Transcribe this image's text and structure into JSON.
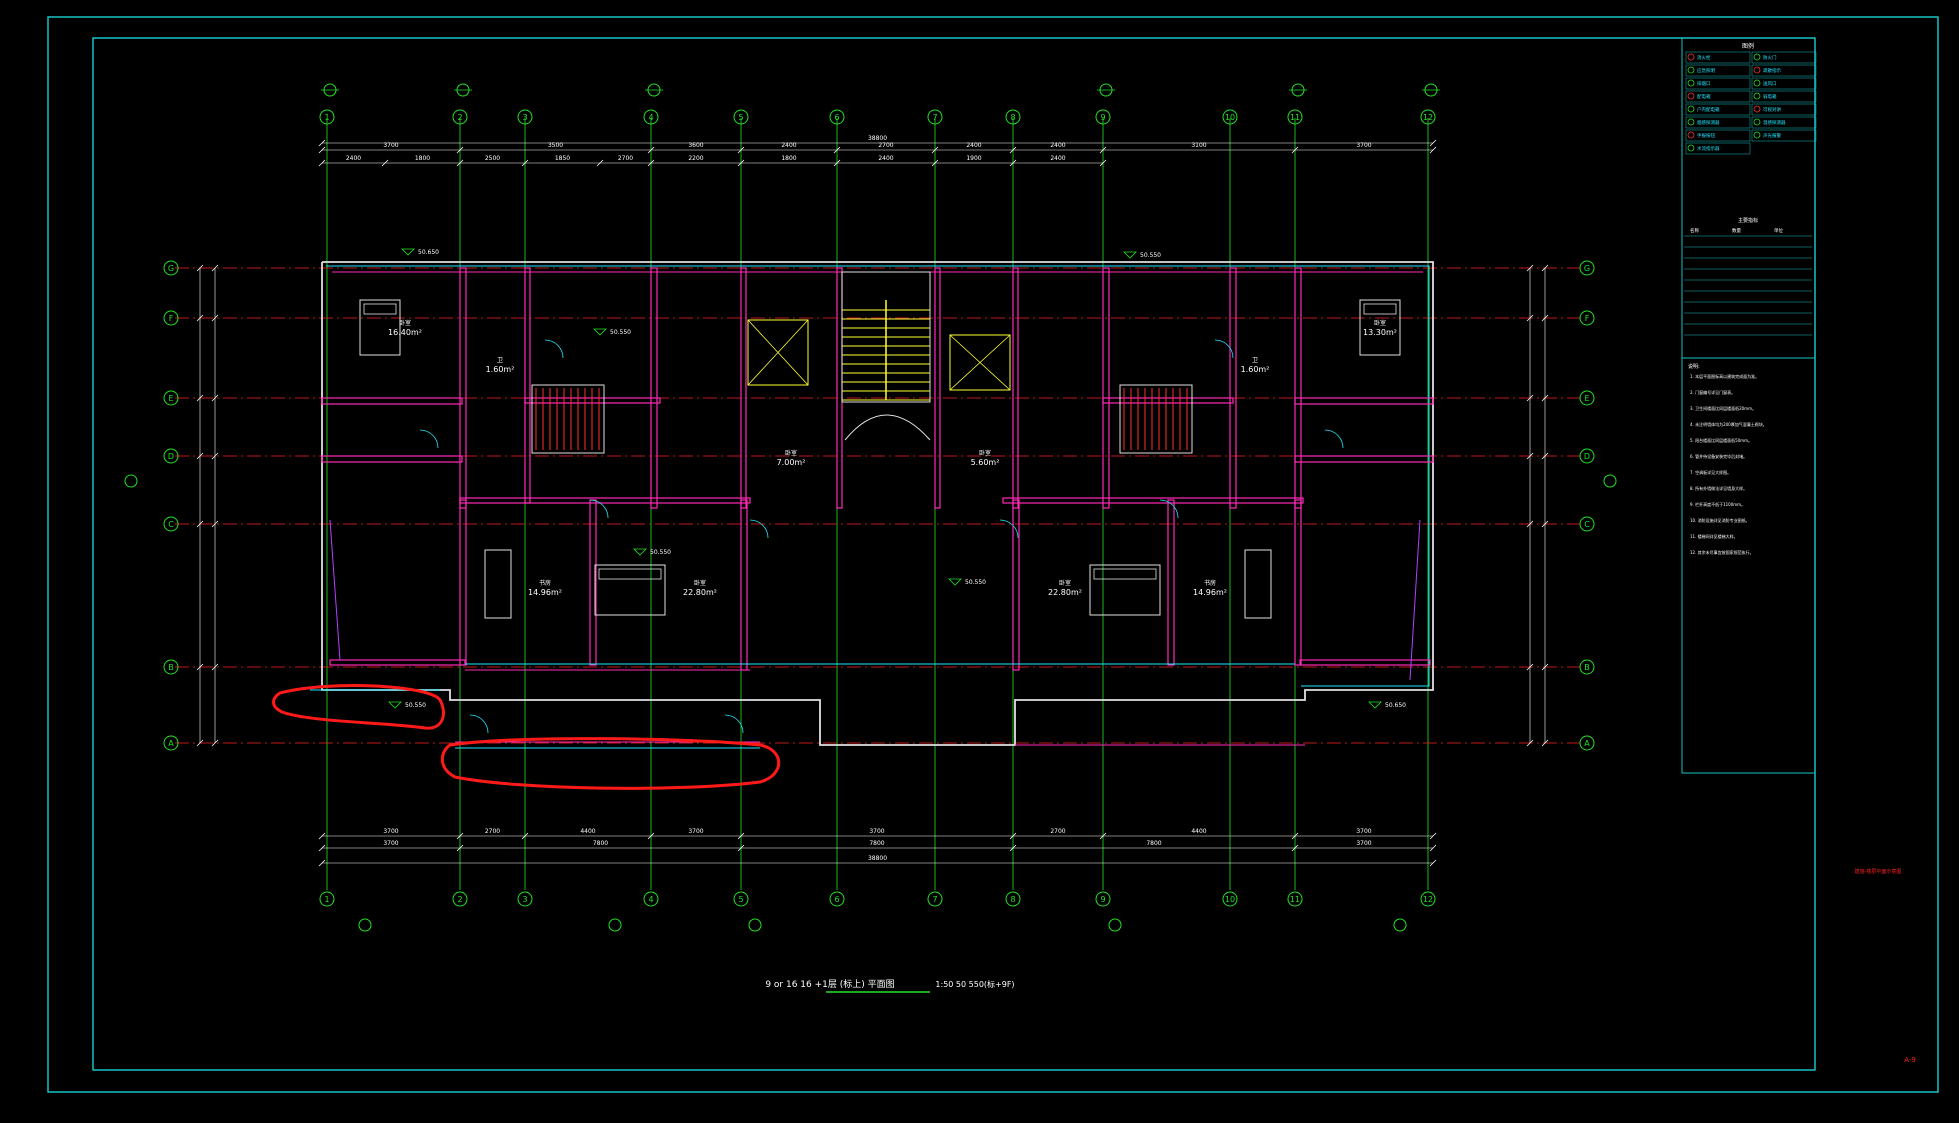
{
  "drawing": {
    "title": "9 or 16 16 +1层 (标上) 平面图",
    "scale_note": "1:50 50 550(标+9F)",
    "sheet_no": "A-9",
    "red_note": "建施-楼层平面示意图"
  },
  "colors": {
    "frame": "#19c2c2",
    "axis": "#23e223",
    "axis_line": "#ff2020",
    "wall": "#e0e0e0",
    "wall_hatch": "#ff2ab8",
    "dim": "#ffffff",
    "window": "#20e8ff",
    "stair": "#ffff33",
    "stair_red": "#ff3030",
    "markup": "#ff1a1a"
  },
  "axes": {
    "columns": [
      "1",
      "2",
      "3",
      "4",
      "5",
      "6",
      "7",
      "8",
      "9",
      "10",
      "11",
      "12"
    ],
    "rows": [
      "G",
      "F",
      "E",
      "D",
      "C",
      "B",
      "A"
    ]
  },
  "dimensions": {
    "top_overall": "38800",
    "top_mid": [
      "3700",
      "3500",
      "3600",
      "2400",
      "2700",
      "2400",
      "2400",
      "3100",
      "3700"
    ],
    "top_inner": [
      "2400",
      "1800",
      "2500",
      "1850",
      "2700",
      "2200",
      "1800",
      "2400",
      "1900",
      "2400"
    ],
    "bottom_overall": "38800",
    "bottom_mid": [
      "3700",
      "7800",
      "7800",
      "7800",
      "3700"
    ],
    "bottom_inner": [
      "3700",
      "2700",
      "4400",
      "3700",
      "3700",
      "2700",
      "4400",
      "3700"
    ]
  },
  "rooms": [
    {
      "label": "卧室",
      "area": "16.40m²"
    },
    {
      "label": "卧室",
      "area": "13.30m²"
    },
    {
      "label": "卧室",
      "area": "7.00m²"
    },
    {
      "label": "卧室",
      "area": "5.60m²"
    },
    {
      "label": "书房",
      "area": "14.96m²"
    },
    {
      "label": "卧室",
      "area": "22.80m²"
    },
    {
      "label": "卧室",
      "area": "22.80m²"
    },
    {
      "label": "书房",
      "area": "14.96m²"
    },
    {
      "label": "卫",
      "area": "1.60m²"
    },
    {
      "label": "卫",
      "area": "1.60m²"
    }
  ],
  "elevations": [
    "50.650",
    "50.550",
    "50.550",
    "50.550",
    "50.650",
    "50.550",
    "50.550"
  ],
  "legend": {
    "title": "图例",
    "items": [
      "消火栓",
      "防火门",
      "应急照明",
      "疏散指示",
      "排烟口",
      "送风口",
      "配电箱",
      "弱电箱",
      "户内配电箱",
      "可视对讲",
      "烟感探测器",
      "温感探测器",
      "手报按钮",
      "声光报警",
      "水流指示器"
    ],
    "table_title": "主要指标",
    "table_head": [
      "名称",
      "数量",
      "单位"
    ]
  },
  "notes": {
    "title": "说明:",
    "lines": [
      "1. 本层平面图标高以建筑完成面为准。",
      "2. 门窗编号详见门窗表。",
      "3. 卫生间楼面比同层楼面低20mm。",
      "4. 未注明墙体均为200厚加气混凝土砌块。",
      "5. 阳台楼面比同层楼面低50mm。",
      "6. 管井待设备安装完毕后封堵。",
      "7. 空调板详见大样图。",
      "8. 所有外墙做法详见墙身大样。",
      "9. 栏杆高度不低于1100mm。",
      "10. 消防设施详见消防专业图纸。",
      "11. 楼梯间详见楼梯大样。",
      "12. 其余未尽事宜按国家规范执行。"
    ]
  }
}
